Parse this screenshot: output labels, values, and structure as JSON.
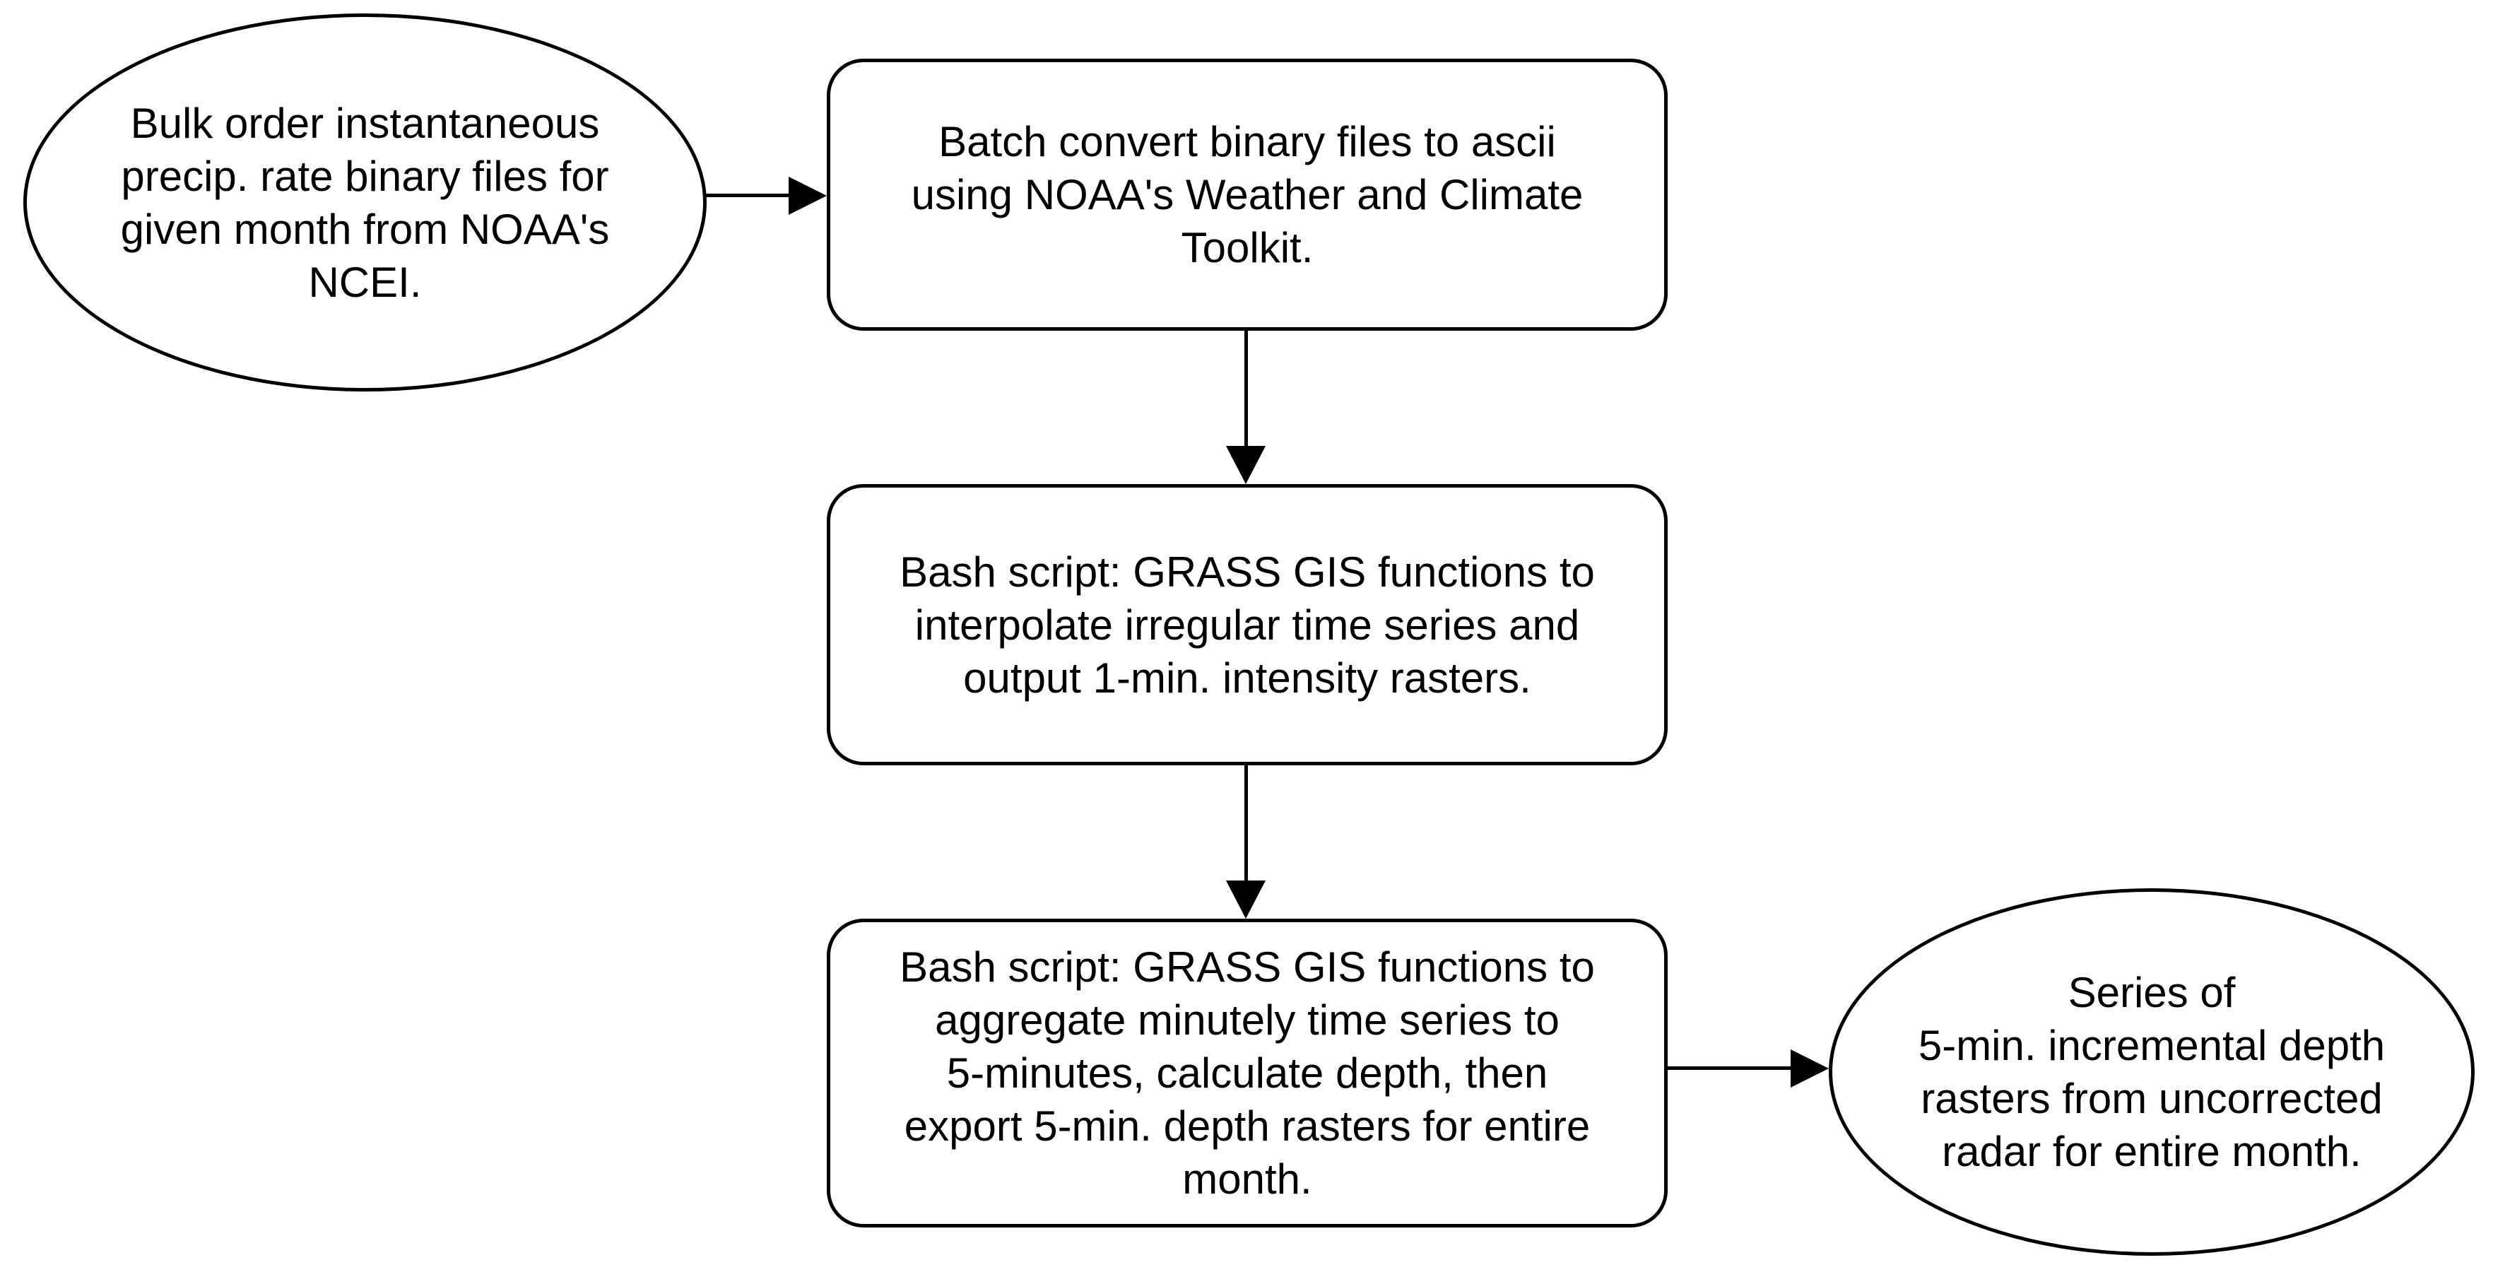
{
  "diagram": {
    "type": "flowchart",
    "background_color": "#ffffff",
    "stroke_color": "#000000",
    "text_color": "#000000",
    "nodes": [
      {
        "id": "start",
        "shape": "ellipse",
        "role": "input",
        "text": "Bulk order instantaneous\nprecip. rate binary files for\ngiven month from NOAA's\nNCEI."
      },
      {
        "id": "process-1",
        "shape": "rounded-rect",
        "role": "process",
        "text": "Batch convert binary files to ascii\nusing NOAA's Weather and Climate\nToolkit."
      },
      {
        "id": "process-2",
        "shape": "rounded-rect",
        "role": "process",
        "text": "Bash script: GRASS GIS functions to\ninterpolate irregular time series and\noutput 1-min. intensity rasters."
      },
      {
        "id": "process-3",
        "shape": "rounded-rect",
        "role": "process",
        "text": "Bash script: GRASS GIS functions to\naggregate minutely time series to\n5-minutes, calculate depth, then\nexport 5-min. depth rasters for entire\nmonth."
      },
      {
        "id": "end",
        "shape": "ellipse",
        "role": "output",
        "text": "Series of\n5-min. incremental depth\nrasters from uncorrected\nradar for entire month."
      }
    ],
    "edges": [
      {
        "from": "start",
        "to": "process-1",
        "direction": "right"
      },
      {
        "from": "process-1",
        "to": "process-2",
        "direction": "down"
      },
      {
        "from": "process-2",
        "to": "process-3",
        "direction": "down"
      },
      {
        "from": "process-3",
        "to": "end",
        "direction": "right"
      }
    ]
  }
}
